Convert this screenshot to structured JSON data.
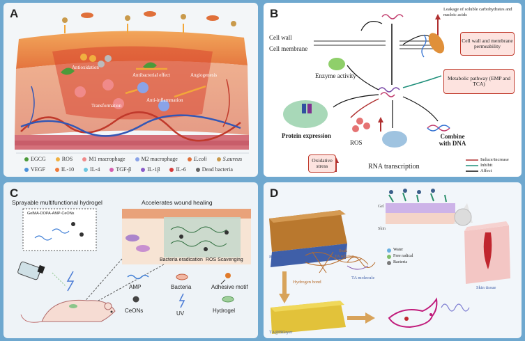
{
  "panels": {
    "a": {
      "letter": "A",
      "labels": {
        "antioxidation": "Antioxidation",
        "antibacterial": "Antibacterial effect",
        "angiogenesis": "Angiogenesis",
        "transformation": "Transformation",
        "anti_inflammation": "Anti-inflammation"
      },
      "legend_row1": [
        "EGCG",
        "ROS",
        "M1 macrophage",
        "M2 macrophage",
        "E.coli",
        "S.aureus"
      ],
      "legend_row2": [
        "VEGF",
        "IL-10",
        "IL-4",
        "TGF-β",
        "IL-1β",
        "IL-6",
        "Dead bacteria"
      ]
    },
    "b": {
      "letter": "B",
      "cell_wall": "Cell wall",
      "cell_membrane": "Cell membrane",
      "leakage": "Leakage of soluble carbohydrates and nucleic acids",
      "permeability": "Cell wall and membrane permeability",
      "enzyme": "Enzyme activity",
      "metabolic": "Metabolic pathway (EMP and TCA)",
      "protein": "Protein expression",
      "ros": "ROS",
      "oxidative": "Oxidative stress",
      "rna": "RNA transcription",
      "dna": "Combine with DNA",
      "legend": [
        "Induce/increase",
        "Inhibit",
        "Affect"
      ],
      "legend_colors": [
        "#b03030",
        "#1f8f7a",
        "#111111"
      ]
    },
    "c": {
      "letter": "C",
      "title_left": "Sprayable multifunctional hydrogel",
      "title_right": "Accelerates wound healing",
      "formula": "GelMA-DOPA-AMP-CeONs",
      "eradication": "Bacteria eradication",
      "scavenging": "ROS Scavenging",
      "legend": [
        "AMP",
        "Bacteria",
        "Adhesive motif",
        "CeONs",
        "UV",
        "Hydrogel"
      ]
    },
    "d": {
      "letter": "D",
      "bilayer": "Bilayer",
      "hydrogen": "Hydrogen bond",
      "soak": "Soak",
      "ta_solution": "TA solution",
      "ta_molecule": "TA molecule",
      "gel": "Gel",
      "skin": "Skin",
      "water": "Water",
      "radical": "Free radical",
      "bacteria": "Bacteria",
      "skin_tissue": "Skin tissue",
      "ta_bilayer": "TA@Bilayer"
    }
  }
}
